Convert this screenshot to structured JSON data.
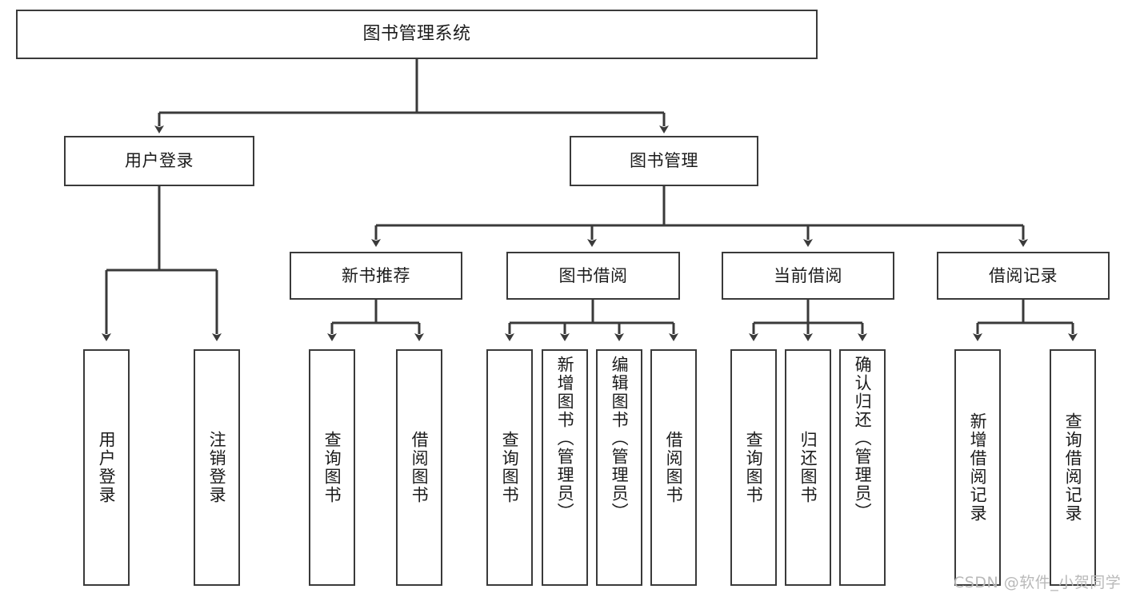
{
  "diagram": {
    "type": "tree",
    "title": "图书管理系统",
    "colors": {
      "box_border": "#3a3a3a",
      "box_fill": "#ffffff",
      "line": "#3a3a3a",
      "text": "#1b1b1b",
      "watermark": "#b9b9b9"
    },
    "root": {
      "label": "图书管理系统"
    },
    "level2": [
      {
        "id": "user-login",
        "label": "用户登录"
      },
      {
        "id": "book-manage",
        "label": "图书管理"
      }
    ],
    "level3": [
      {
        "id": "new-book-rec",
        "label": "新书推荐"
      },
      {
        "id": "book-borrow",
        "label": "图书借阅"
      },
      {
        "id": "current-borrow",
        "label": "当前借阅"
      },
      {
        "id": "borrow-record",
        "label": "借阅记录"
      }
    ],
    "leaves": {
      "user_login": [
        {
          "id": "leaf-user-login",
          "label": "用户登录"
        },
        {
          "id": "leaf-logout-login",
          "label": "注销登录"
        }
      ],
      "new_book_rec": [
        {
          "id": "leaf-query-book-1",
          "label": "查询图书"
        },
        {
          "id": "leaf-borrow-book-1",
          "label": "借阅图书"
        }
      ],
      "book_borrow": [
        {
          "id": "leaf-query-book-2",
          "label": "查询图书"
        },
        {
          "id": "leaf-add-book",
          "label": "新增图书（管理员）"
        },
        {
          "id": "leaf-edit-book",
          "label": "编辑图书（管理员）"
        },
        {
          "id": "leaf-borrow-book-2",
          "label": "借阅图书"
        }
      ],
      "current_borrow": [
        {
          "id": "leaf-query-book-3",
          "label": "查询图书"
        },
        {
          "id": "leaf-return-book",
          "label": "归还图书"
        },
        {
          "id": "leaf-confirm-return",
          "label": "确认归还（管理员）"
        }
      ],
      "borrow_record": [
        {
          "id": "leaf-add-record",
          "label": "新增借阅记录"
        },
        {
          "id": "leaf-query-record",
          "label": "查询借阅记录"
        }
      ]
    }
  },
  "watermark": {
    "text": "CSDN @软件_小贺同学"
  }
}
